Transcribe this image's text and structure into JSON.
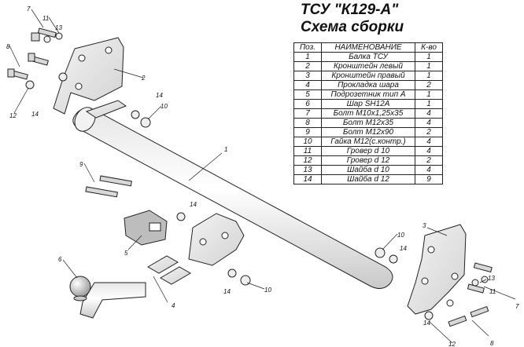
{
  "header": {
    "title": "ТСУ \"К129-А\"",
    "subtitle": "Схема сборки"
  },
  "table": {
    "headers": [
      "Поз.",
      "НАИМЕНОВАНИЕ",
      "К-во"
    ],
    "rows": [
      {
        "pos": "1",
        "name": "Балка ТСУ",
        "qty": "1"
      },
      {
        "pos": "2",
        "name": "Кронштейн левый",
        "qty": "1"
      },
      {
        "pos": "3",
        "name": "Кронштейн правый",
        "qty": "1"
      },
      {
        "pos": "4",
        "name": "Прокладка шара",
        "qty": "2"
      },
      {
        "pos": "5",
        "name": "Подрозетник тип А",
        "qty": "1"
      },
      {
        "pos": "6",
        "name": "Шар SH12A",
        "qty": "1"
      },
      {
        "pos": "7",
        "name": "Болт М10х1,25х35",
        "qty": "4"
      },
      {
        "pos": "8",
        "name": "Болт М12х35",
        "qty": "4"
      },
      {
        "pos": "9",
        "name": "Болт М12х90",
        "qty": "2"
      },
      {
        "pos": "10",
        "name": "Гайка М12(с.контр.)",
        "qty": "4"
      },
      {
        "pos": "11",
        "name": "Гровер d 10",
        "qty": "4"
      },
      {
        "pos": "12",
        "name": "Гровер d 12",
        "qty": "2"
      },
      {
        "pos": "13",
        "name": "Шайба d 10",
        "qty": "4"
      },
      {
        "pos": "14",
        "name": "Шайба d 12",
        "qty": "9"
      }
    ]
  },
  "callouts": {
    "c1": "1",
    "c2": "2",
    "c3": "3",
    "c4": "4",
    "c5": "5",
    "c6": "6",
    "c7": "7",
    "c8": "8",
    "c9": "9",
    "c10": "10",
    "c11": "11",
    "c12": "12",
    "c13": "13",
    "c14": "14"
  }
}
